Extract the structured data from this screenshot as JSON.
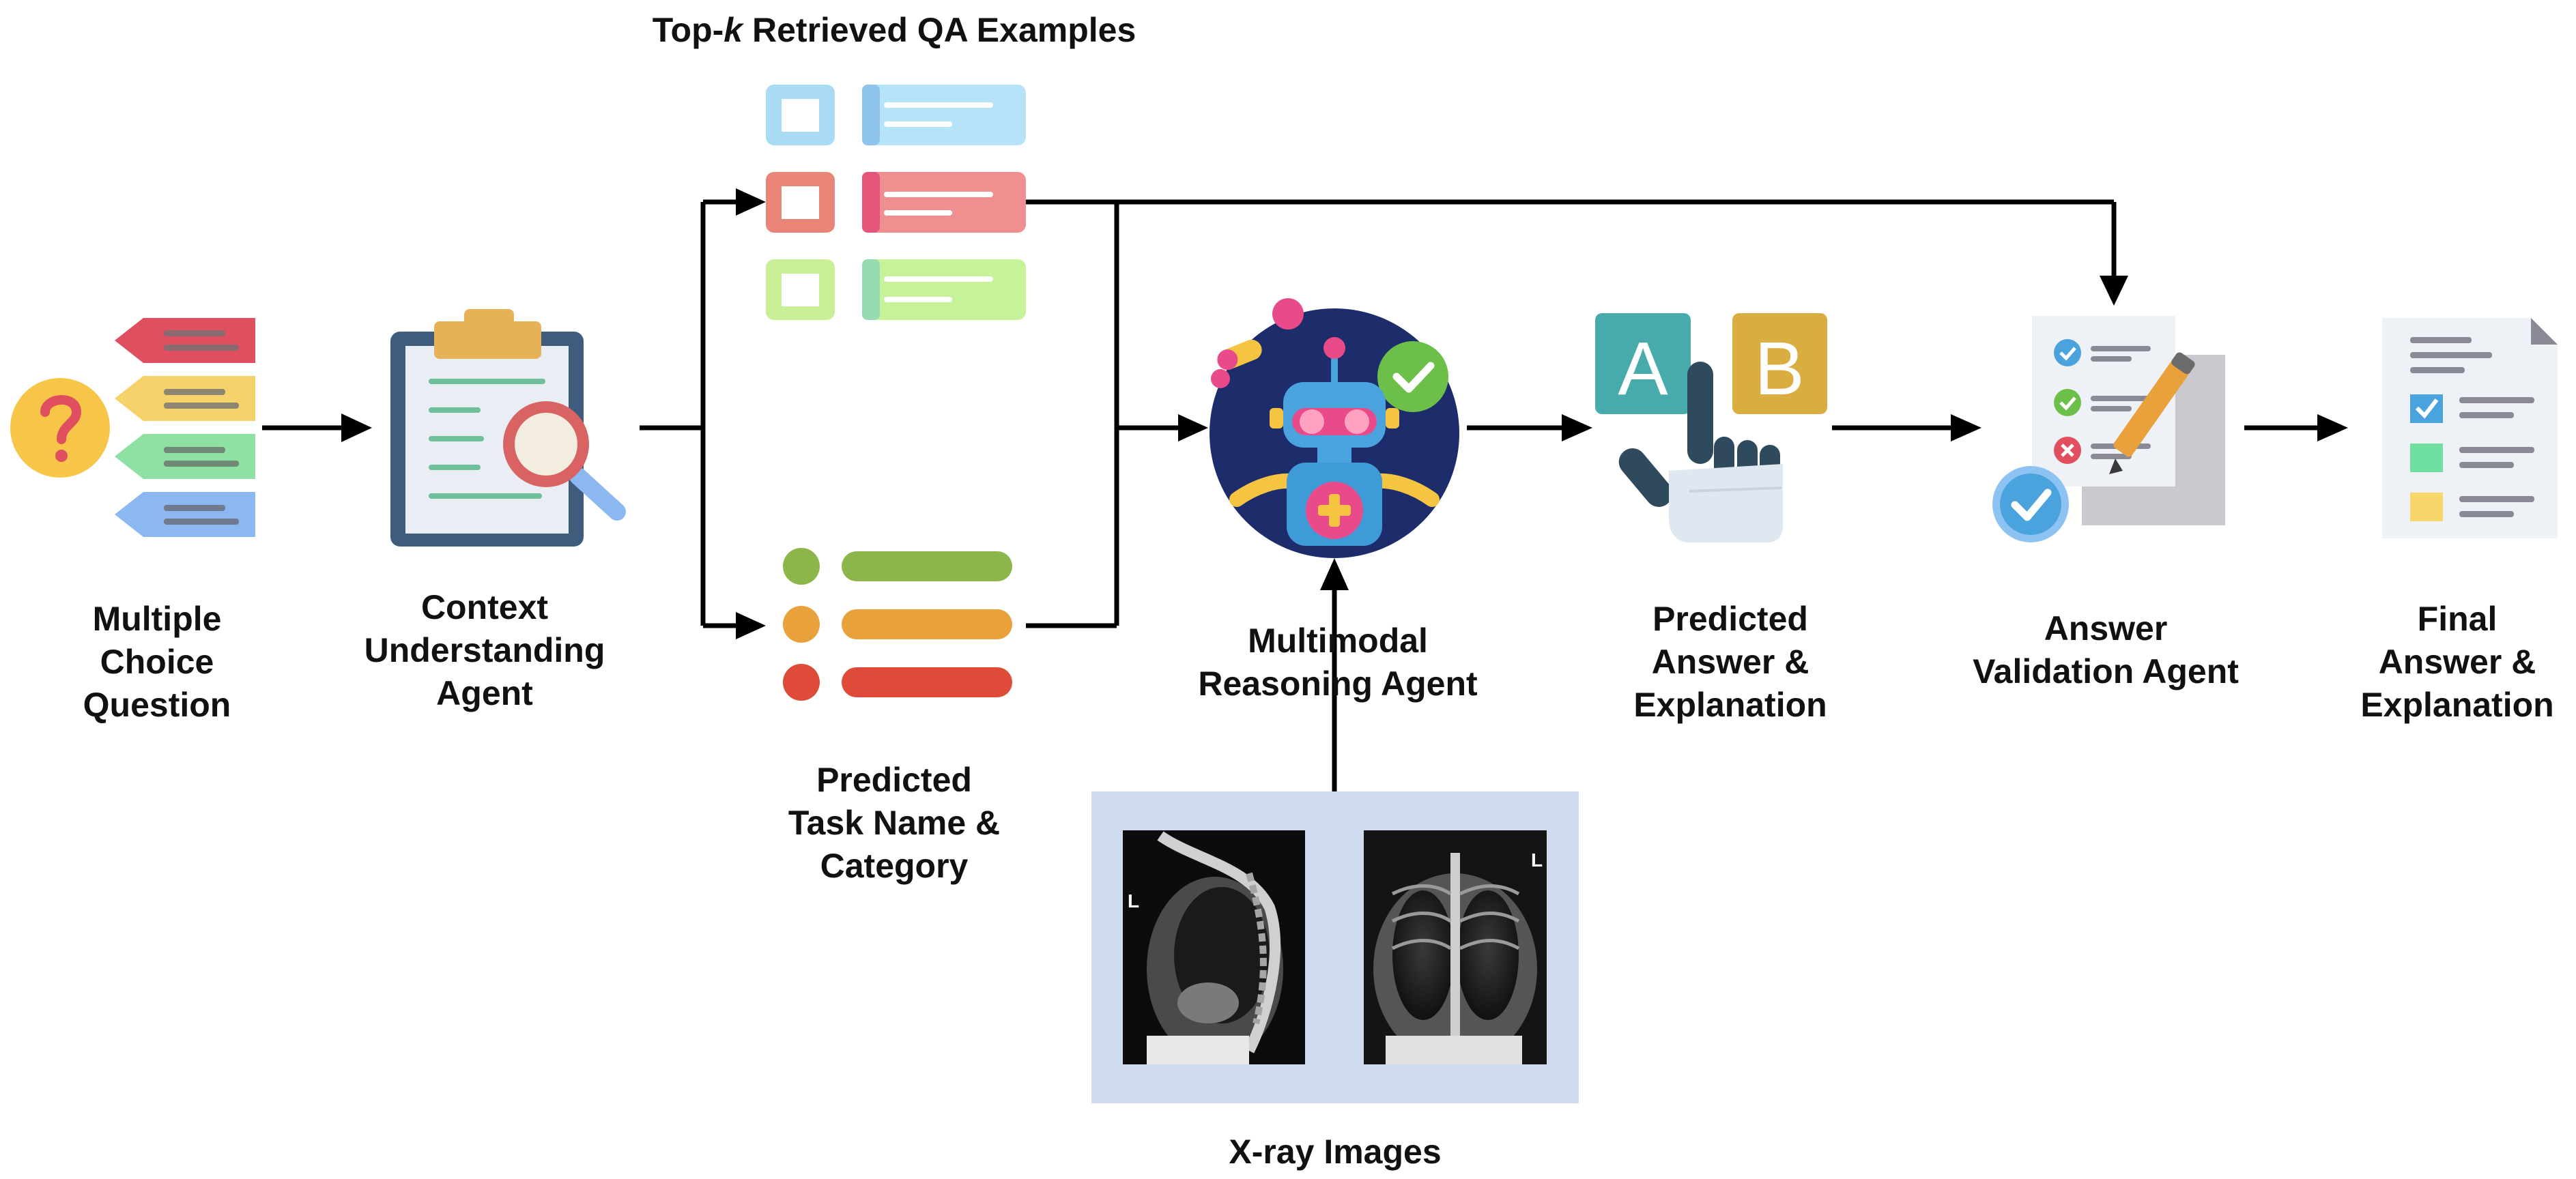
{
  "diagram": {
    "nodes": {
      "mcq": {
        "label_lines": [
          "Multiple",
          "Choice",
          "Question"
        ],
        "icon": "multiple-choice-question-icon"
      },
      "context_agent": {
        "label_lines": [
          "Context",
          "Understanding",
          "Agent"
        ],
        "icon": "clipboard-magnifier-icon"
      },
      "retrieved": {
        "label_prefix": "Top-",
        "label_italic": "k",
        "label_suffix": " Retrieved QA Examples",
        "icon": "qa-example-cards-icon"
      },
      "task": {
        "label_lines": [
          "Predicted",
          "Task Name &",
          "Category"
        ],
        "icon": "task-category-list-icon"
      },
      "reasoning_agent": {
        "label_lines": [
          "Multimodal",
          "Reasoning Agent"
        ],
        "icon": "robot-icon"
      },
      "predicted_answer": {
        "label_lines": [
          "Predicted",
          "Answer &",
          "Explanation"
        ],
        "icon": "hand-choosing-ab-icon"
      },
      "validation_agent": {
        "label_lines": [
          "Answer",
          "Validation Agent"
        ],
        "icon": "checklist-pencil-icon"
      },
      "final_answer": {
        "label_lines": [
          "Final",
          "Answer &",
          "Explanation"
        ],
        "icon": "final-document-icon"
      },
      "xray": {
        "label": "X-ray Images",
        "icon": "xray-images-icon"
      }
    },
    "edges": [
      {
        "from": "mcq",
        "to": "context_agent"
      },
      {
        "from": "context_agent",
        "to": "retrieved"
      },
      {
        "from": "context_agent",
        "to": "task"
      },
      {
        "from": "retrieved",
        "to": "reasoning_agent"
      },
      {
        "from": "task",
        "to": "reasoning_agent"
      },
      {
        "from": "retrieved",
        "to": "validation_agent"
      },
      {
        "from": "xray",
        "to": "reasoning_agent"
      },
      {
        "from": "reasoning_agent",
        "to": "predicted_answer"
      },
      {
        "from": "predicted_answer",
        "to": "validation_agent"
      },
      {
        "from": "validation_agent",
        "to": "final_answer"
      }
    ],
    "choice_letters": [
      "A",
      "B"
    ],
    "xray_marker_left": "L",
    "xray_marker_right": "L",
    "colors": {
      "red": "#e04f5f",
      "yellow": "#f5d36a",
      "green": "#8fe0a3",
      "blue": "#8cb8f2",
      "question_circle": "#f7c548",
      "clipboard_frame": "#3f5c7c",
      "clipboard_clip": "#e7b257",
      "robot_bg": "#1d2c6b",
      "teal": "#47aaab",
      "mustard": "#d9ad3f",
      "xray_panel": "#cfdcef",
      "olive": "#8db64a",
      "orange": "#e9a23b",
      "task_red": "#de4b39",
      "arrow": "#000000"
    }
  }
}
